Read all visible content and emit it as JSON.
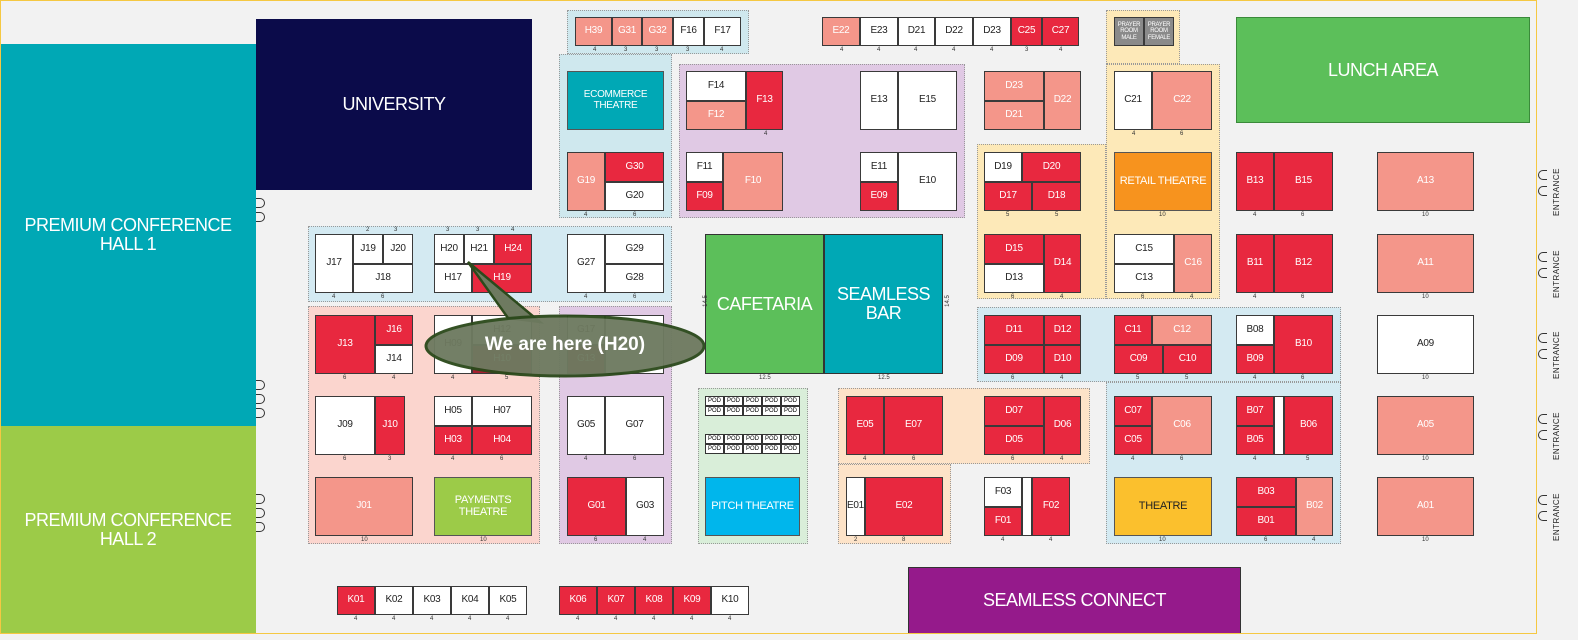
{
  "callout": {
    "text": "We are here (H20)"
  },
  "entrance_label": "ENTRANCE",
  "areas": {
    "premium1": "PREMIUM CONFERENCE HALL 1",
    "premium2": "PREMIUM CONFERENCE HALL 2",
    "university": "UNIVERSITY",
    "lunch": "LUNCH AREA",
    "cafetaria": "CAFETARIA",
    "seamless_bar": "SEAMLESS BAR",
    "seamless_connect": "SEAMLESS CONNECT",
    "ecommerce": "ECOMMERCE THEATRE",
    "retail": "RETAIL THEATRE",
    "payments": "PAYMENTS THEATRE",
    "pitch": "PITCH THEATRE",
    "theatre": "THEATRE",
    "prayer_male": "PRAYER ROOM MALE",
    "prayer_female": "PRAYER ROOM FEMALE",
    "pod": "POD"
  },
  "booths": {
    "H39": "H39",
    "G31": "G31",
    "G32": "G32",
    "F16": "F16",
    "F17": "F17",
    "E22": "E22",
    "E23": "E23",
    "D21": "D21",
    "D22": "D22",
    "D23": "D23",
    "C25": "C25",
    "C27": "C27",
    "F14": "F14",
    "F13": "F13",
    "F12": "F12",
    "E13": "E13",
    "E15": "E15",
    "D23b": "D23",
    "D22b": "D22",
    "D21b": "D21",
    "C21": "C21",
    "C22": "C22",
    "G30": "G30",
    "G19": "G19",
    "G20": "G20",
    "F11": "F11",
    "F10": "F10",
    "F09": "F09",
    "E11": "E11",
    "E10": "E10",
    "E09": "E09",
    "D19": "D19",
    "D20": "D20",
    "D17": "D17",
    "D18": "D18",
    "B13": "B13",
    "B15": "B15",
    "A13": "A13",
    "J17": "J17",
    "J19": "J19",
    "J20": "J20",
    "J18": "J18",
    "H20": "H20",
    "H21": "H21",
    "H24": "H24",
    "H17": "H17",
    "H19": "H19",
    "G27": "G27",
    "G29": "G29",
    "G28": "G28",
    "D15": "D15",
    "D14": "D14",
    "D13": "D13",
    "C15": "C15",
    "C16": "C16",
    "C13": "C13",
    "B11": "B11",
    "B12": "B12",
    "A11": "A11",
    "J13": "J13",
    "J16": "J16",
    "J14": "J14",
    "H09": "H09",
    "H12": "H12",
    "H10": "H10",
    "G17": "G17",
    "G13": "G13",
    "D11": "D11",
    "D12": "D12",
    "D09": "D09",
    "D10": "D10",
    "C11": "C11",
    "C12": "C12",
    "C09": "C09",
    "C10": "C10",
    "B08": "B08",
    "B10": "B10",
    "B09": "B09",
    "A09": "A09",
    "J09": "J09",
    "J10": "J10",
    "H05": "H05",
    "H07": "H07",
    "H03": "H03",
    "H04": "H04",
    "G05": "G05",
    "G07": "G07",
    "E05": "E05",
    "E07": "E07",
    "D07": "D07",
    "D06": "D06",
    "D05": "D05",
    "C07": "C07",
    "C06": "C06",
    "C05": "C05",
    "B07": "B07",
    "B06": "B06",
    "B05": "B05",
    "A05": "A05",
    "J01": "J01",
    "G01": "G01",
    "G03": "G03",
    "E01": "E01",
    "E02": "E02",
    "F03": "F03",
    "F01": "F01",
    "F02": "F02",
    "B03": "B03",
    "B02": "B02",
    "B01": "B01",
    "A01": "A01",
    "K01": "K01",
    "K02": "K02",
    "K03": "K03",
    "K04": "K04",
    "K05": "K05",
    "K06": "K06",
    "K07": "K07",
    "K08": "K08",
    "K09": "K09",
    "K10": "K10"
  },
  "dims": {
    "d2": "2",
    "d3": "3",
    "d4": "4",
    "d5": "5",
    "d6": "6",
    "d8": "8",
    "d10": "10",
    "d12_5": "12.5",
    "d14_5": "14.5"
  },
  "colors": {
    "red": "#e8283f",
    "pink": "#f4968a",
    "teal": "#00a8b5",
    "navy": "#0b0b4a",
    "green": "#5cbf5a",
    "lime": "#9ccb48",
    "orange": "#f7931e",
    "yellow": "#fbc02d",
    "blue": "#00b6ec",
    "purple": "#951a8b"
  }
}
